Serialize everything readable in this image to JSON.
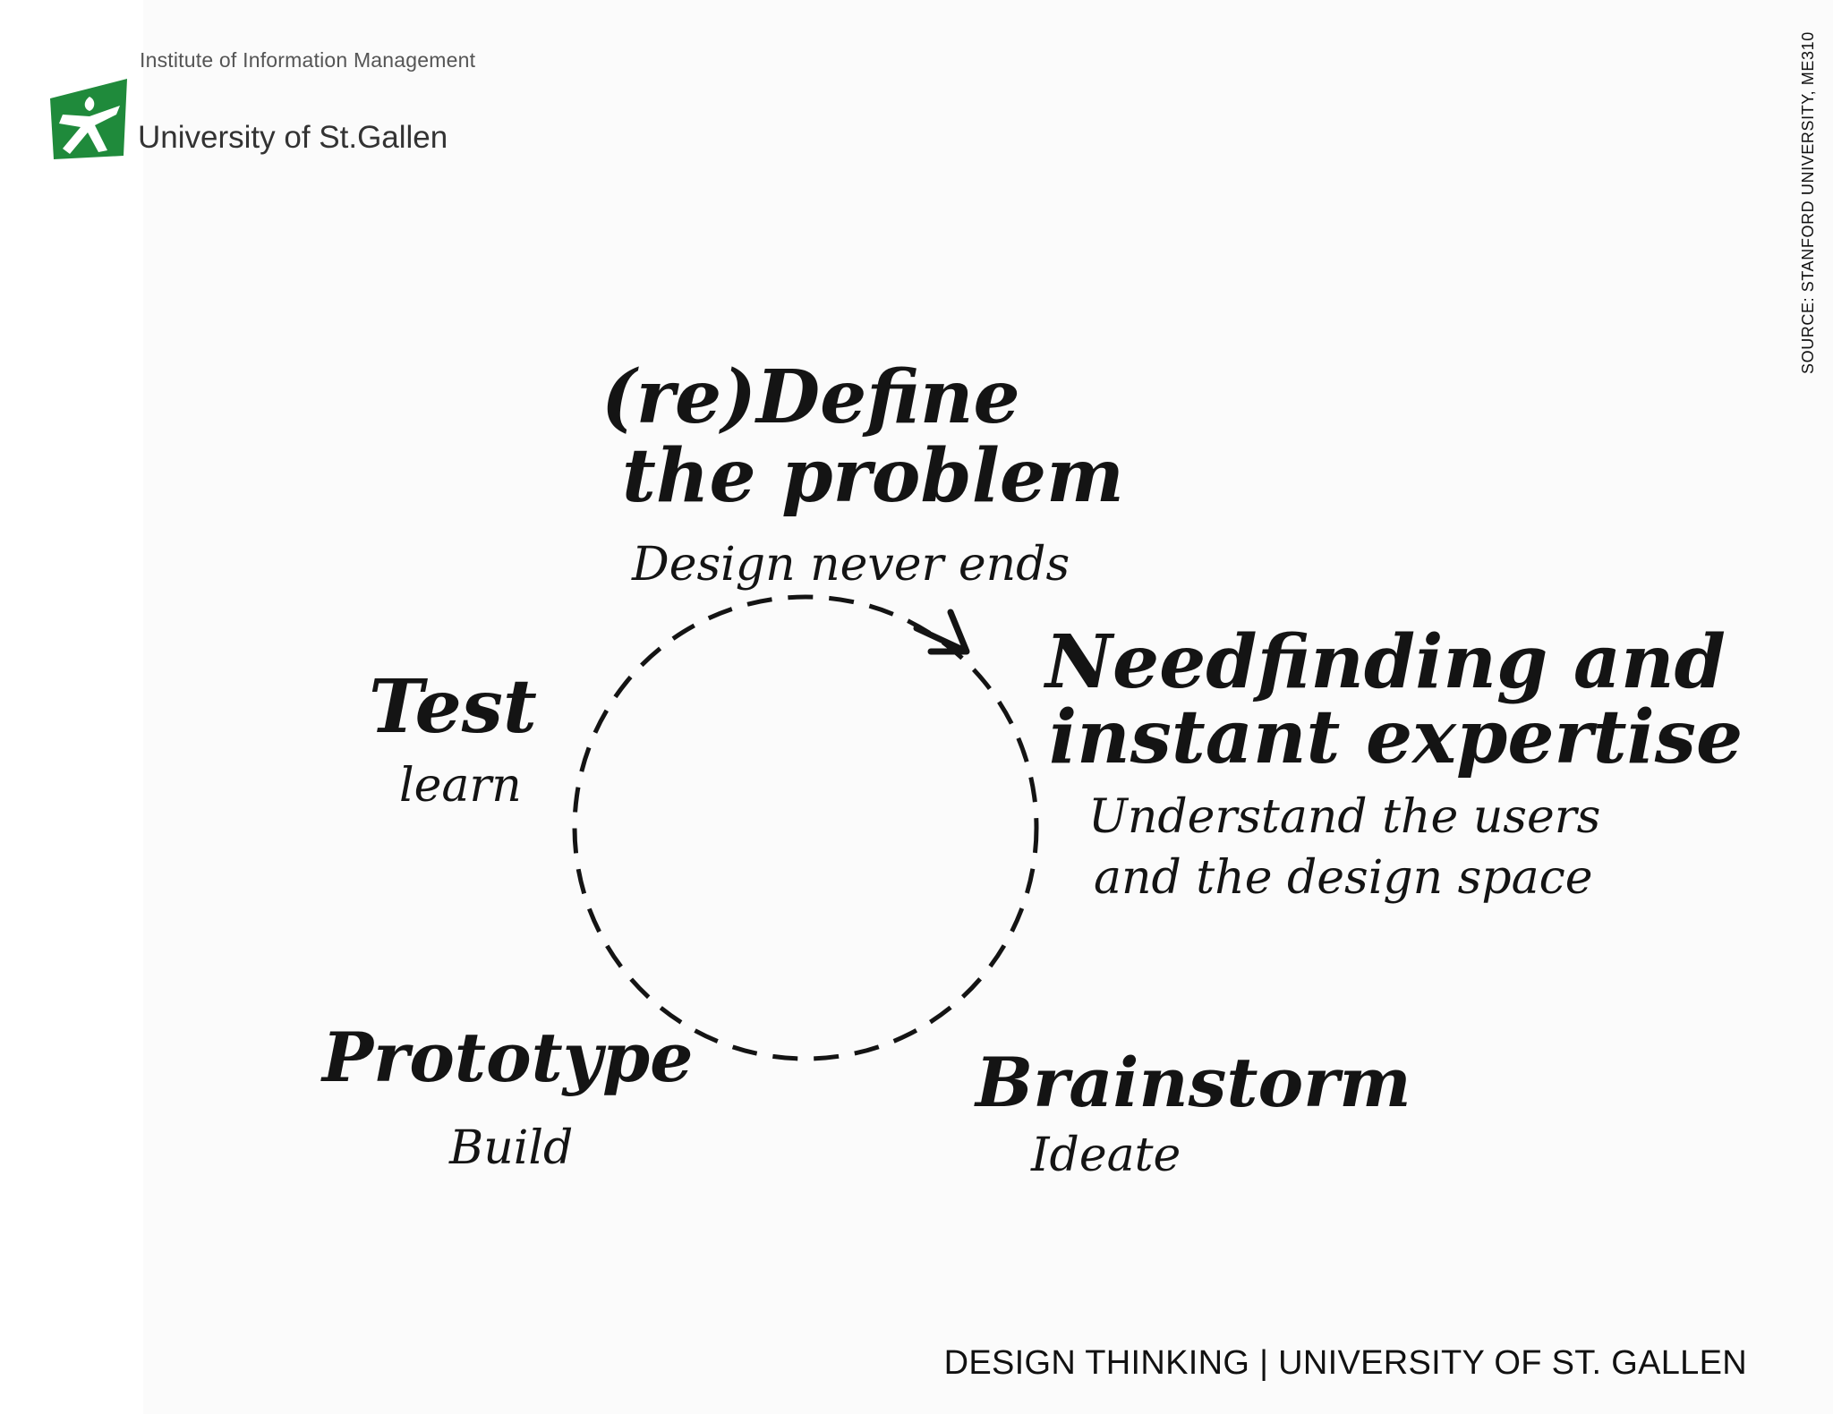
{
  "header": {
    "institute": "Institute of Information Management",
    "university": "University of St.Gallen",
    "brand_color": "#1f8a3b"
  },
  "source_credit": "SOURCE: STANFORD UNIVERSITY, ME310",
  "footer": "DESIGN THINKING | UNIVERSITY OF ST. GALLEN",
  "cycle": {
    "define": {
      "line1": "(re)Define",
      "line2": "the problem",
      "note": "Design never ends"
    },
    "needfinding": {
      "line1": "Needfinding and",
      "line2": "instant expertise",
      "note1": "Understand the users",
      "note2": "and the design space"
    },
    "brainstorm": {
      "title": "Brainstorm",
      "note": "Ideate"
    },
    "prototype": {
      "title": "Prototype",
      "note": "Build"
    },
    "test": {
      "title": "Test",
      "note": "learn"
    }
  },
  "icons": {
    "logo": "st-gallen-logo-icon",
    "arrow": "cycle-arrow-icon"
  }
}
